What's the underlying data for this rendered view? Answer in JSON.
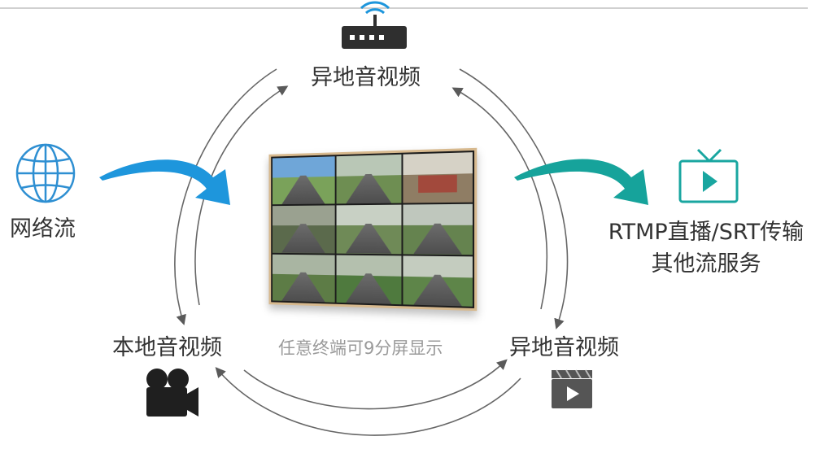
{
  "labels": {
    "top": "异地音视频",
    "left": "网络流",
    "right_line1": "RTMP直播/SRT传输",
    "right_line2": "其他流服务",
    "bottom_left": "本地音视频",
    "bottom_right": "异地音视频",
    "center_caption": "任意终端可9分屏显示"
  },
  "icons": [
    "router-wifi-icon",
    "globe-icon",
    "tv-play-icon",
    "video-camera-icon",
    "clapperboard-play-icon"
  ],
  "colors": {
    "text": "#333333",
    "caption": "#9a9a9a",
    "blue_arrow": "#1e96dc",
    "teal_arrow": "#16a39b",
    "globe": "#2e8fd2",
    "tv": "#19a6a0",
    "icon_dark": "#2f2f2f",
    "cycle_arrows": "#666666",
    "monitor_frame": "#d7b98e"
  },
  "monitor": {
    "tiles": [
      {
        "sky": "#6fa6d8",
        "ground": "#7aa25a"
      },
      {
        "sky": "#b9c7b6",
        "ground": "#6e8e52"
      },
      {
        "sky": "#d6d2c6",
        "ground": "#8f7d64",
        "gate": true
      },
      {
        "sky": "#9aa190",
        "ground": "#5b6a4c"
      },
      {
        "sky": "#c8d0c4",
        "ground": "#6f8a57"
      },
      {
        "sky": "#bfc7bd",
        "ground": "#65834f"
      },
      {
        "sky": "#a9b5a2",
        "ground": "#5d7c46"
      },
      {
        "sky": "#b4c0ae",
        "ground": "#4f7a3e"
      },
      {
        "sky": "#c4ccbf",
        "ground": "#5e8549"
      }
    ]
  }
}
